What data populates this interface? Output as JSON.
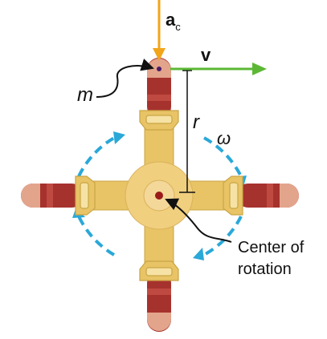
{
  "labels": {
    "accel": "a",
    "accel_sub": "c",
    "velocity": "v",
    "mass": "m",
    "radius": "r",
    "omega": "ω",
    "center_line1": "Center of",
    "center_line2": "rotation"
  },
  "colors": {
    "arm": "#e8c466",
    "arm_stroke": "#c9a545",
    "hub": "#f0cf7e",
    "hub_inner": "#f3d89a",
    "tube": "#a6322d",
    "tube_band": "#bf4a42",
    "tube_cap": "#e3a48c",
    "bracket": "#f6e2a4",
    "center_dot": "#9b1a1a",
    "mass_dot": "#4a1a6b",
    "accel_arrow": "#f2a51a",
    "velocity_arrow": "#5cb834",
    "rotation_arrow": "#2aa8d8",
    "line": "#111111"
  }
}
